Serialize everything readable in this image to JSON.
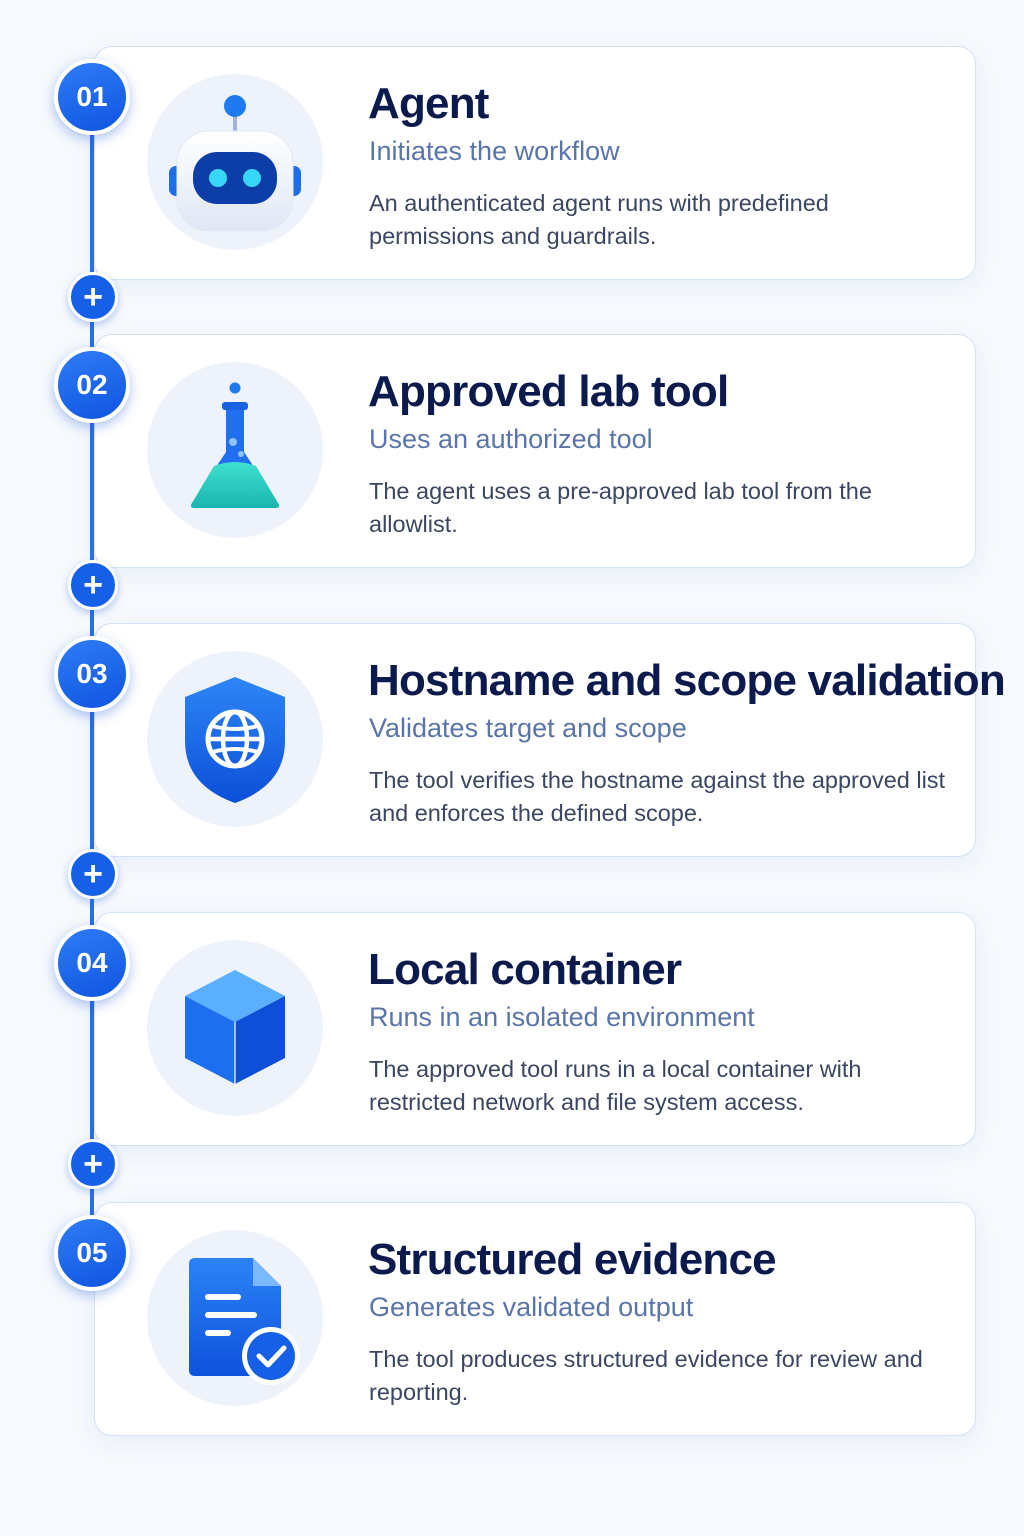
{
  "steps": [
    {
      "number": "01",
      "title": "Agent",
      "subtitle": "Initiates the workflow",
      "description": "An authenticated agent runs with predefined permissions and guardrails.",
      "icon": "robot-icon"
    },
    {
      "number": "02",
      "title": "Approved lab tool",
      "subtitle": "Uses an authorized tool",
      "description": "The agent uses a pre-approved lab tool from the allowlist.",
      "icon": "flask-icon"
    },
    {
      "number": "03",
      "title": "Hostname and scope validation",
      "subtitle": "Validates target and scope",
      "description": "The tool verifies the hostname against the approved list and enforces the defined scope.",
      "icon": "shield-globe-icon"
    },
    {
      "number": "04",
      "title": "Local container",
      "subtitle": "Runs in an isolated environment",
      "description": "The approved tool runs in a local container with restricted network and file system access.",
      "icon": "cube-icon"
    },
    {
      "number": "05",
      "title": "Structured evidence",
      "subtitle": "Generates validated output",
      "description": "The tool produces structured evidence for review and reporting.",
      "icon": "document-check-icon"
    }
  ],
  "connectors": [
    "+",
    "+",
    "+",
    "+"
  ],
  "colors": {
    "accent": "#1660e8",
    "title": "#0b1a4d",
    "subtitle": "#5b75a8",
    "body": "#3b4660",
    "card_border": "#d3e2f7",
    "background": "#f6f9fd"
  }
}
